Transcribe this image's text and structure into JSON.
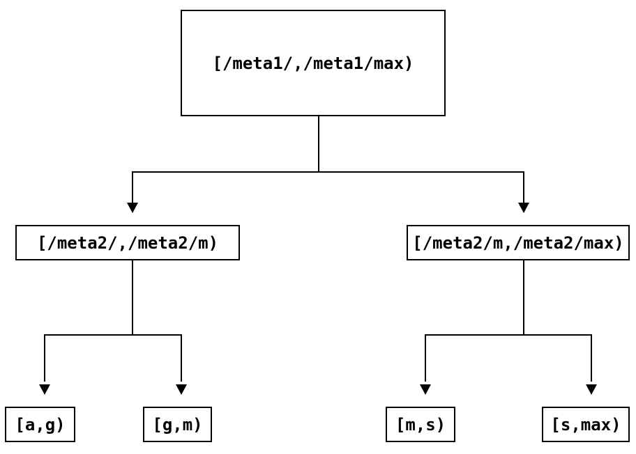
{
  "diagram": {
    "type": "interval-range-tree",
    "colors": {
      "background": "#ffffff",
      "line": "#000000",
      "box_border": "#000000",
      "text": "#000000"
    },
    "tree": {
      "root": {
        "label": "[/meta1/,/meta1/max)",
        "children": [
          {
            "label": "[/meta2/,/meta2/m)",
            "children": [
              {
                "label": "[a,g)"
              },
              {
                "label": "[g,m)"
              }
            ]
          },
          {
            "label": "[/meta2/m,/meta2/max)",
            "children": [
              {
                "label": "[m,s)"
              },
              {
                "label": "[s,max)"
              }
            ]
          }
        ]
      }
    }
  }
}
